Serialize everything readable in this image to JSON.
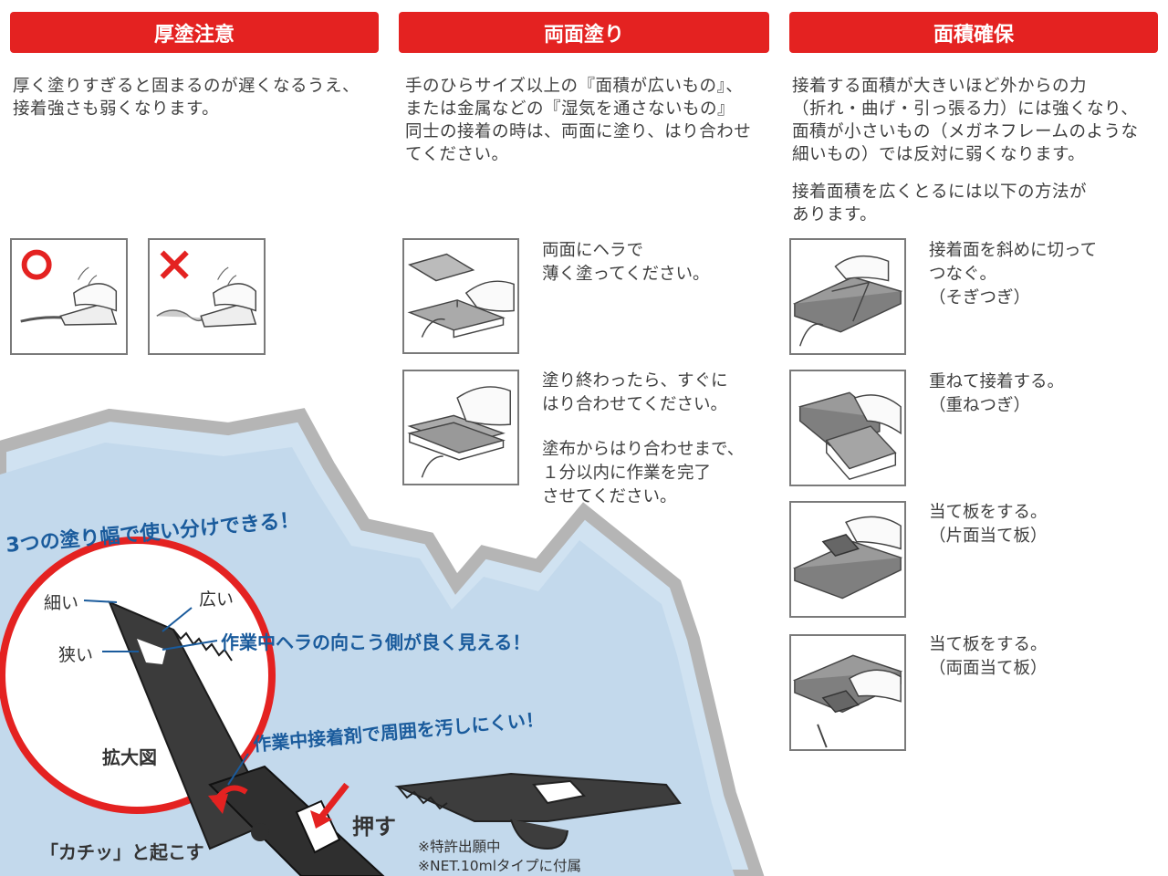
{
  "columns": [
    {
      "header": "厚塗注意",
      "body": "厚く塗りすぎると固まるのが遅くなるうえ、\n接着強さも弱くなります。",
      "marks": {
        "good": "○",
        "bad": "×"
      }
    },
    {
      "header": "両面塗り",
      "body": "手のひらサイズ以上の『面積が広いもの』、\nまたは金属などの『湿気を通さないもの』\n同士の接着の時は、両面に塗り、はり合わせ\nてください。",
      "steps": [
        "両面にヘラで\n薄く塗ってください。",
        "塗り終わったら、すぐに\nはり合わせてください。"
      ],
      "step2_extra": "塗布からはり合わせまで、\n１分以内に作業を完了\nさせてください。"
    },
    {
      "header": "面積確保",
      "body": "接着する面積が大きいほど外からの力\n（折れ・曲げ・引っ張る力）には強くなり、\n面積が小さいもの（メガネフレームのような\n細いもの）では反対に弱くなります。",
      "body2": "接着面積を広くとるには以下の方法が\nあります。",
      "steps": [
        "接着面を斜めに切って\nつなぐ。\n（そぎつぎ）",
        "重ねて接着する。\n（重ねつぎ）",
        "当て板をする。\n（片面当て板）",
        "当て板をする。\n（両面当て板）"
      ]
    }
  ],
  "spatula": {
    "title": "3つの塗り幅で使い分けできる！",
    "width_narrow": "細い",
    "width_wide": "広い",
    "width_tight": "狭い",
    "feature1": "作業中ヘラの向こう側が良く見える！",
    "feature2": "作業中接着剤で周囲を汚しにくい！",
    "zoom_label": "拡大図",
    "push": "押す",
    "lift": "「カチッ」と起こす",
    "note": "※特許出願中\n※NET.10mlタイプに付属"
  },
  "colors": {
    "header_red": "#e42221",
    "callout_blue": "#1a5b9c",
    "burst_blue": "#cfe0ef"
  }
}
